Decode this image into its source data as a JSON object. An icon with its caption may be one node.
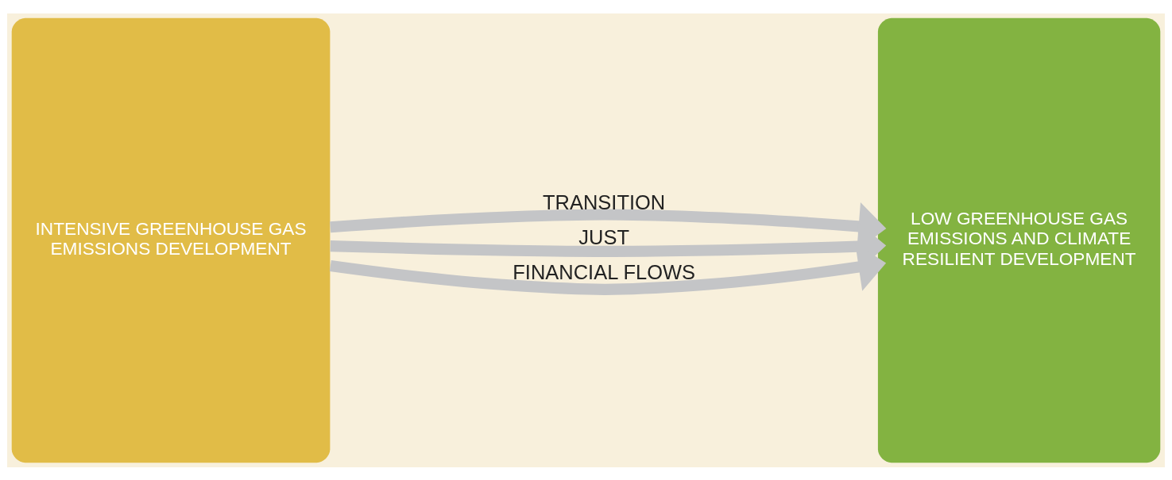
{
  "diagram": {
    "nodes": [
      {
        "text": [
          "INTENSIVE GREENHOUSE GAS EMISSIONS DEVELOPMENT"
        ]
      },
      {
        "text": [
          "LOW GREENHOUSE GAS EMISSIONS AND CLIMATE RESILIENT DEVELOPMENT"
        ]
      }
    ],
    "edges": [
      {
        "from": 0,
        "to": 1,
        "arrow": "to",
        "label": "TRANSITION"
      },
      {
        "from": 0,
        "to": 1,
        "arrow": "to",
        "label": "JUST"
      },
      {
        "from": 0,
        "to": 1,
        "arrow": "to",
        "label": "FINANCIAL FLOWS"
      }
    ]
  }
}
